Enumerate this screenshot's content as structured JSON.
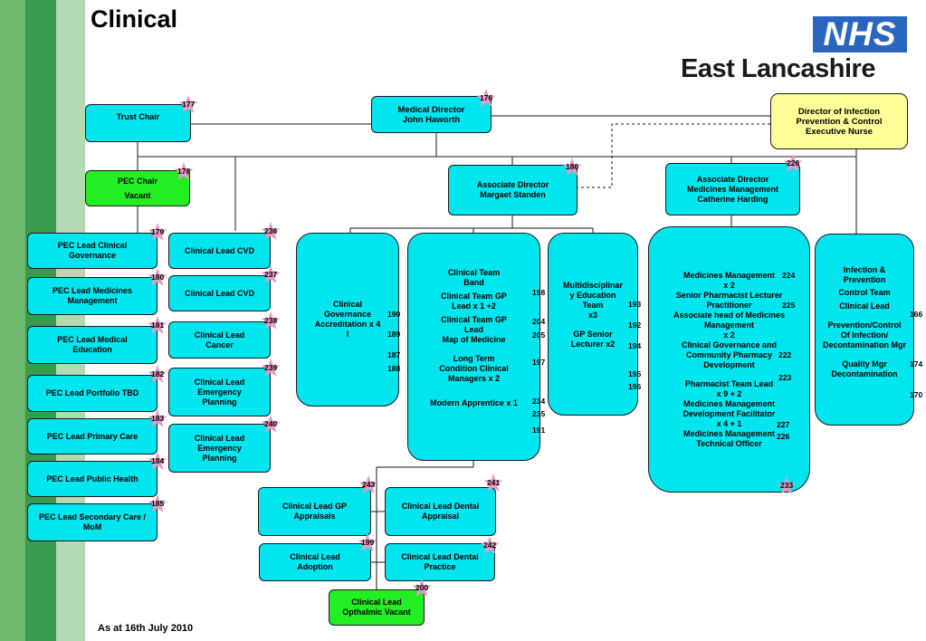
{
  "title": "Clinical",
  "logo": {
    "nhs": "NHS",
    "org": "East Lancashire"
  },
  "footer": "As at 16th July 2010",
  "colors": {
    "box": "#00e5ee",
    "vacant": "#22ee22",
    "infection": "#ffff99",
    "star": "#e79ac4",
    "nhs_blue": "#2a66c0",
    "stripe_dark": "#3a9a4e",
    "stripe_light": "#b5d9b0"
  },
  "boxes": {
    "trust_chair": "Trust Chair",
    "medical_director": [
      "Medical Director",
      "John Haworth"
    ],
    "director_infection": [
      "Director of Infection",
      "Prevention & Control",
      "Executive Nurse"
    ],
    "pec_chair": [
      "PEC Chair",
      "Vacant"
    ],
    "assoc_director": [
      "Associate Director",
      "Margaet Standen"
    ],
    "assoc_director_meds": [
      "Associate Director",
      "Medicines Management",
      "Catherine Harding"
    ],
    "pec_clinical_governance": [
      "PEC Lead Clinical",
      "Governance"
    ],
    "pec_medicines": [
      "PEC Lead Medicines",
      "Management"
    ],
    "pec_medical_education": [
      "PEC Lead Medical",
      "Education"
    ],
    "pec_portfolio": "PEC Lead Portfolio TBD",
    "pec_primary_care": "PEC Lead Primary Care",
    "pec_public_health": "PEC Lead Public Health",
    "pec_secondary_care": [
      "PEC Lead Secondary Care /",
      "MoM"
    ],
    "cl_cvd_1": "Clinical Lead   CVD",
    "cl_cvd_2": "Clinical Lead   CVD",
    "cl_cancer": [
      "Clinical Lead",
      "Cancer"
    ],
    "cl_emergency_1": [
      "Clinical Lead",
      "Emergency",
      "Planning"
    ],
    "cl_emergency_2": [
      "Clinical Lead",
      "Emergency",
      "Planning"
    ],
    "clinical_governance": [
      "Clinical",
      "Governance",
      "Accreditation  x 4",
      "l"
    ],
    "clinical_team": [
      "Clinical Team",
      "Band",
      "",
      "Clinical Team GP",
      "Lead  x 1 +2",
      "",
      "Clinical Team GP",
      "Lead",
      "Map of Medicine",
      "",
      "Long Term",
      "Condition Clinical",
      "Managers x 2",
      "",
      "",
      "Modern Apprentice  x 1"
    ],
    "multidisciplinary": [
      "Multidisciplinar",
      "y Education",
      "Team",
      "x3",
      "",
      "GP Senior",
      "Lecturer x2"
    ],
    "medicines_management": [
      "Medicines Management",
      "x 2",
      "Senior Pharmacist Lecturer",
      "Practitioner",
      "Associate head of Medicines",
      "Management",
      "x 2",
      "Clinical Governance and",
      "Community Pharmacy",
      "Development",
      "",
      "Pharmacist Team Lead",
      "x 9  +  2",
      "Medicines Management",
      "Development Facilitator",
      "x 4  + 1",
      "Medicines Management",
      "Technical Officer"
    ],
    "infection_team": [
      "Infection &",
      "Prevention",
      "Control Team",
      "Clinical Lead",
      "",
      "Prevention/Control",
      "Of Infection/",
      "Decontamination Mgr",
      "",
      "Quality Mgr",
      "Decontamination"
    ],
    "cl_gp_appraisals": [
      "Clinical Lead   GP",
      "Appraisals"
    ],
    "cl_dental_appraisal": [
      "Clinical Lead   Dental",
      "Appraisal"
    ],
    "cl_adoption": [
      "Clinical Lead",
      "Adoption"
    ],
    "cl_dental_practice": [
      "Clinical Lead   Dental",
      "Practice"
    ],
    "cl_opthalmic": [
      "Clinical Lead",
      "Opthalmic Vacant"
    ]
  },
  "stars": {
    "s177": "177",
    "s176": "176",
    "s178": "178",
    "s186": "186",
    "s226": "226",
    "s179": "179",
    "s180": "180",
    "s181": "181",
    "s182": "182",
    "s183": "183",
    "s184": "184",
    "s185": "185",
    "s236": "236",
    "s237": "237",
    "s238": "238",
    "s239": "239",
    "s240": "240",
    "s243": "243",
    "s241": "241",
    "s199": "199",
    "s242": "242",
    "s200": "200",
    "s233": "233"
  },
  "numbers": {
    "n190": "190",
    "n189": "189",
    "n187": "187",
    "n188": "188",
    "n198": "198",
    "n204": "204",
    "n205": "205",
    "n197": "197",
    "n234": "234",
    "n235": "235",
    "n191": "191",
    "n193": "193",
    "n192": "192",
    "n194": "194",
    "n195": "195",
    "n196": "196",
    "n224": "224",
    "n225": "225",
    "n222": "222",
    "n223": "223",
    "n227": "227",
    "n226b": "226",
    "n166": "166",
    "n174": "174",
    "n170": "170"
  }
}
